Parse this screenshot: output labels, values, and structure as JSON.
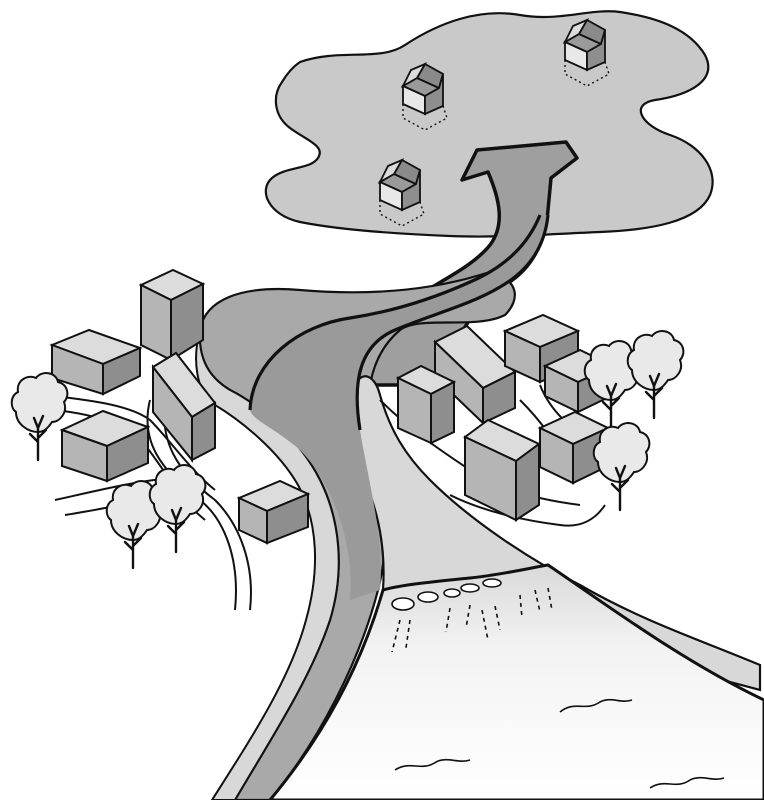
{
  "illustration": {
    "labels": [],
    "colors": {
      "background": "#ffffff",
      "relocation_zone": "#c9c9c9",
      "river_channel": "#a9a9a9",
      "embankment": "#d8d8d8",
      "building_front": "#b5b5b5",
      "building_side": "#8e8e8e",
      "building_top": "#dcdcdc",
      "tree_fill": "#e9e9e9",
      "sea": "#f3f3f3",
      "outline": "#111111"
    },
    "icons": {
      "arrow": "upward-relocation-arrow",
      "house": "house-icon",
      "tree": "tree-icon",
      "building": "building-block",
      "wave": "wave-mark"
    }
  }
}
